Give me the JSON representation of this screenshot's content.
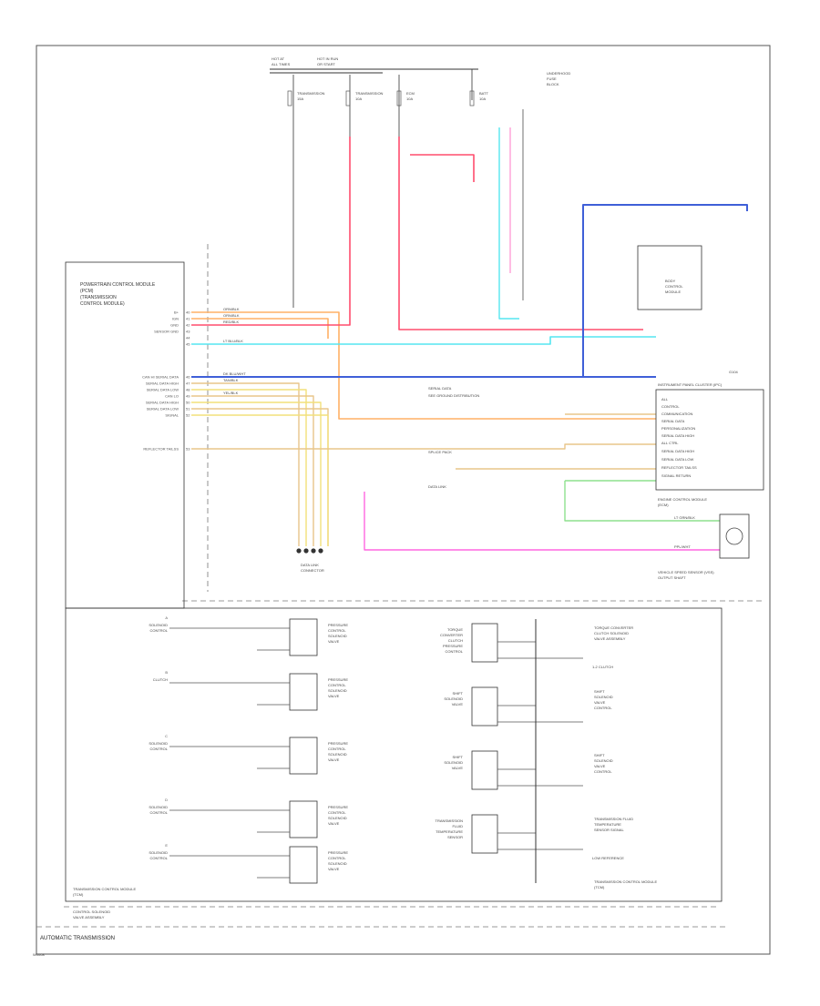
{
  "page": {
    "footer_caption": "AUTOMATIC TRANSMISSION",
    "footer_code": "W0008"
  },
  "modules": {
    "tcm": {
      "title_lines": [
        "POWERTRAIN CONTROL MODULE",
        "(PCM)",
        "(TRANSMISSION",
        "CONTROL MODULE)"
      ],
      "bottom_label_lines": [
        "TRANSMISSION CONTROL MODULE",
        "(TCM)"
      ],
      "outer_label_lines": [
        "CONTROL SOLENOID",
        "VALVE ASSEMBLY"
      ],
      "pins": [
        {
          "code": "40",
          "name": "B+"
        },
        {
          "code": "41",
          "name": "IGN"
        },
        {
          "code": "42",
          "name": "GND"
        },
        {
          "code": "43",
          "name": "SENSOR GND"
        },
        {
          "code": "44",
          "name": ""
        },
        {
          "code": "45",
          "name": ""
        },
        {
          "code": "46",
          "name": "CAN HI SERIAL DATA"
        },
        {
          "code": "47",
          "name": "SERIAL DATA HIGH"
        },
        {
          "code": "48",
          "name": "SERIAL DATA LOW"
        },
        {
          "code": "49",
          "name": "CAN LO"
        },
        {
          "code": "50",
          "name": "SERIAL DATA HIGH"
        },
        {
          "code": "51",
          "name": "SERIAL DATA LOW"
        },
        {
          "code": "52",
          "name": "SIGNAL"
        },
        {
          "code": "53",
          "name": "REFLECTOR TAILSS"
        }
      ]
    },
    "fuse_block": {
      "label_lines": [
        "HOT AT",
        "ALL TIMES",
        "HOT IN RUN",
        "OR START"
      ],
      "fuses": [
        {
          "name": "TRANSMISSION",
          "rating": "15A"
        },
        {
          "name": "TRANSMISSION",
          "rating": "10A"
        },
        {
          "name": "ECM",
          "rating": "10A"
        },
        {
          "name": "BATT",
          "rating": "10A"
        }
      ],
      "right_label_lines": [
        "UNDERHOOD",
        "FUSE",
        "BLOCK"
      ]
    },
    "body_module": {
      "label_lines": [
        "BODY",
        "CONTROL",
        "MODULE"
      ]
    },
    "cluster": {
      "label": "INSTRUMENT PANEL CLUSTER (IPC)",
      "lines": [
        "ALL",
        "CONTROL",
        "COMMUNICATION",
        "SERIAL DATA",
        "PERSONALIZATION",
        "SERIAL DATA HIGH"
      ]
    },
    "ecm": {
      "label_lines": [
        "ENGINE CONTROL MODULE",
        "(ECM)"
      ],
      "lines": [
        "ALL CTRL",
        "SERIAL DATA HIGH",
        "SERIAL DATA LOW",
        "REFLECTOR TAILSS",
        "SIGNAL RETURN"
      ]
    },
    "speed_sensor": {
      "label_lines": [
        "VEHICLE SPEED SENSOR (VSS)",
        "OUTPUT SHAFT"
      ]
    },
    "data_link": {
      "label_lines": [
        "DATA LINK",
        "CONNECTOR"
      ]
    },
    "ground": {
      "label": "G104"
    }
  },
  "solenoids": {
    "left": [
      {
        "pin": "A",
        "circuit": [
          "SOLENOID",
          "CONTROL"
        ],
        "name": [
          "PRESSURE",
          "CONTROL",
          "SOLENOID",
          "VALVE"
        ]
      },
      {
        "pin": "B",
        "circuit": [
          "CLUTCH"
        ],
        "name": [
          "PRESSURE",
          "CONTROL",
          "SOLENOID",
          "VALVE"
        ]
      },
      {
        "pin": "C",
        "circuit": [
          "SOLENOID",
          "CONTROL"
        ],
        "name": [
          "PRESSURE",
          "CONTROL",
          "SOLENOID",
          "VALVE"
        ]
      },
      {
        "pin": "D",
        "circuit": [
          "SOLENOID",
          "CONTROL"
        ],
        "name": [
          "PRESSURE",
          "CONTROL",
          "SOLENOID",
          "VALVE"
        ]
      },
      {
        "pin": "E",
        "circuit": [
          "SOLENOID",
          "CONTROL"
        ],
        "name": [
          "PRESSURE",
          "CONTROL",
          "SOLENOID",
          "VALVE"
        ]
      }
    ],
    "right": [
      {
        "name": [
          "TORQUE",
          "CONVERTER",
          "CLUTCH",
          "PRESSURE",
          "CONTROL"
        ],
        "note": [
          "TORQUE CONVERTER",
          "CLUTCH SOLENOID",
          "VALVE ASSEMBLY"
        ]
      },
      {
        "name": [
          "SHIFT",
          "SOLENOID",
          "VALVE"
        ],
        "note": [
          "SHIFT",
          "SOLENOID",
          "VALVE",
          "CONTROL"
        ]
      },
      {
        "name": [
          "SHIFT",
          "SOLENOID",
          "VALVE"
        ],
        "note": [
          "SHIFT",
          "SOLENOID",
          "VALVE",
          "CONTROL"
        ]
      },
      {
        "name": [
          "TRANSMISSION",
          "FLUID",
          "TEMPERATURE",
          "SENSOR"
        ],
        "note": [
          "TRANSMISSION FLUID",
          "TEMPERATURE",
          "SENSOR SIGNAL"
        ]
      }
    ],
    "right_tags": [
      "1-2 CLUTCH",
      "LOW REFERENCE"
    ]
  },
  "wires": {
    "colors": {
      "red": "#ff4d6d",
      "pink": "#ff8fd0",
      "cyan": "#55e6f0",
      "blue": "#3f5fd8",
      "orange": "#ffb066",
      "tan": "#e8c58a",
      "yellow": "#f2e07a",
      "green": "#8ee08e",
      "magenta": "#ff66e0",
      "black": "#333333"
    },
    "labels": {
      "orange_1": "ORN/BLK",
      "orange_2": "ORN/BLK",
      "red_1": "RED/BLK",
      "cyan_1": "LT BLU/BLK",
      "blue_1": "DK BLU/WHT",
      "tan_1": "TAN/BLK",
      "yellow_1": "YEL/BLK",
      "green_1": "LT GRN/BLK",
      "magenta_1": "PPL/WHT"
    },
    "notes": [
      "SPLICE PACK",
      "DATA LINK",
      "SERIAL DATA",
      "SEE GROUND DISTRIBUTION"
    ]
  }
}
